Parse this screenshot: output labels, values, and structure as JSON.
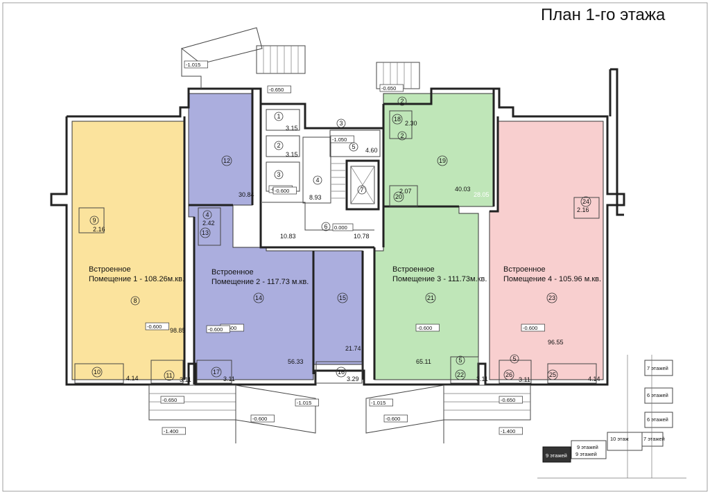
{
  "title": "План 1-го этажа",
  "colors": {
    "premise1": "#fbe39d",
    "premise2": "#abaede",
    "premise3": "#bfe6b8",
    "premise4": "#f8cfcf",
    "wall": "#222222"
  },
  "premises": [
    {
      "label_line1": "Встроенное",
      "label_line2": "Помещение 1 - 108.26м.кв."
    },
    {
      "label_line1": "Встроенное",
      "label_line2": "Помещение 2 - 117.73 м.кв."
    },
    {
      "label_line1": "Встроенное",
      "label_line2": "Помещение 3 - 111.73м.кв."
    },
    {
      "label_line1": "Встроенное",
      "label_line2": "Помещение 4 - 105.96 м.кв."
    }
  ],
  "rooms": [
    {
      "num": "1",
      "area": "3.15"
    },
    {
      "num": "2",
      "area": "3.15"
    },
    {
      "num": "3",
      "area": ""
    },
    {
      "num": "4",
      "area": "8.93"
    },
    {
      "num": "3",
      "area": ""
    },
    {
      "num": "5",
      "area": "4.60"
    },
    {
      "num": "6",
      "area": "10.78"
    },
    {
      "num": "7",
      "area": ""
    },
    {
      "num": "8",
      "area": "98.85"
    },
    {
      "num": "9",
      "area": "2.16"
    },
    {
      "num": "10",
      "area": "4.14"
    },
    {
      "num": "11",
      "area": "3.11"
    },
    {
      "num": "12",
      "area": "30.84"
    },
    {
      "num": "13",
      "area": "2.42"
    },
    {
      "num": "14",
      "area": "56.33"
    },
    {
      "num": "15",
      "area": "21.74"
    },
    {
      "num": "16",
      "area": "3.29"
    },
    {
      "num": "17",
      "area": "3.11"
    },
    {
      "num": "18",
      "area": "2.30"
    },
    {
      "num": "19",
      "area": "40.03"
    },
    {
      "num": "20",
      "area": "2.07"
    },
    {
      "num": "21",
      "area": "65.11"
    },
    {
      "num": "22",
      "area": "3.11"
    },
    {
      "num": "23",
      "area": "96.55"
    },
    {
      "num": "24",
      "area": "2.16"
    },
    {
      "num": "25",
      "area": "4.14"
    },
    {
      "num": "26",
      "area": "3.11"
    },
    {
      "num": "2",
      "area": ""
    },
    {
      "num": "2",
      "area": ""
    },
    {
      "num": "4",
      "area": ""
    },
    {
      "num": "5",
      "area": ""
    },
    {
      "num": "5",
      "area": ""
    }
  ],
  "extra_areas": [
    "10.83",
    "28.05"
  ],
  "levels": [
    "-1.015",
    "-0.650",
    "-0.650",
    "-1.050",
    "-0.600",
    "0.000",
    "-0.600",
    "-0.600",
    "-0.600",
    "-0.600",
    "-0.650",
    "-1.015",
    "-1.015",
    "-0.600",
    "-0.600",
    "-0.650",
    "-1.400",
    "-1.400",
    "-0.600",
    "-0.600"
  ],
  "keyplan": {
    "labels": [
      "9 этажей",
      "9 этажей",
      "10 этаж",
      "7 этажей",
      "7 этажей",
      "6 этажей",
      "6 этажей",
      "9 этажей"
    ]
  }
}
